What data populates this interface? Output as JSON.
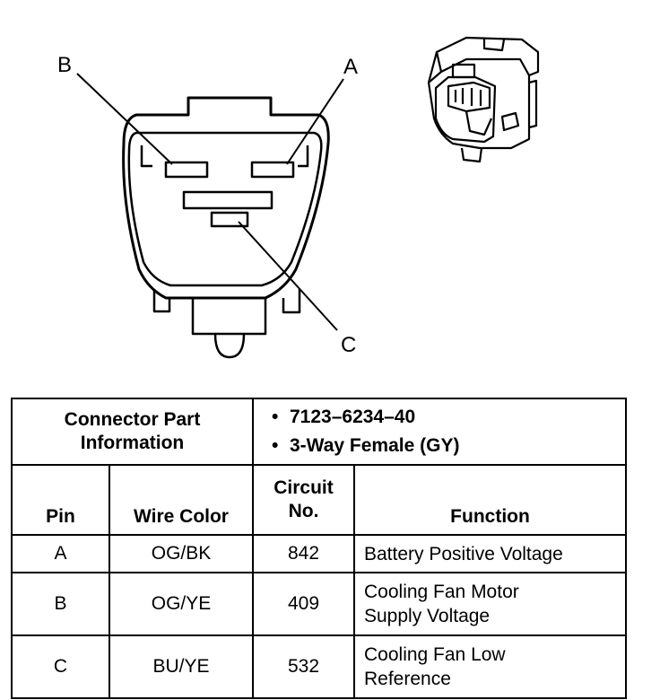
{
  "diagram": {
    "labels": {
      "pin_a": "A",
      "pin_b": "B",
      "pin_c": "C"
    }
  },
  "table": {
    "info_label": "Connector Part Information",
    "part_info": [
      "7123–6234–40",
      "3-Way Female (GY)"
    ],
    "headers": {
      "pin": "Pin",
      "wire_color": "Wire Color",
      "circuit_line1": "Circuit",
      "circuit_line2": "No.",
      "function": "Function"
    },
    "rows": [
      {
        "pin": "A",
        "wire_color": "OG/BK",
        "circuit": "842",
        "function": "Battery Positive Voltage"
      },
      {
        "pin": "B",
        "wire_color": "OG/YE",
        "circuit": "409",
        "function": "Cooling Fan Motor Supply Voltage"
      },
      {
        "pin": "C",
        "wire_color": "BU/YE",
        "circuit": "532",
        "function": "Cooling Fan Low Reference"
      }
    ]
  }
}
